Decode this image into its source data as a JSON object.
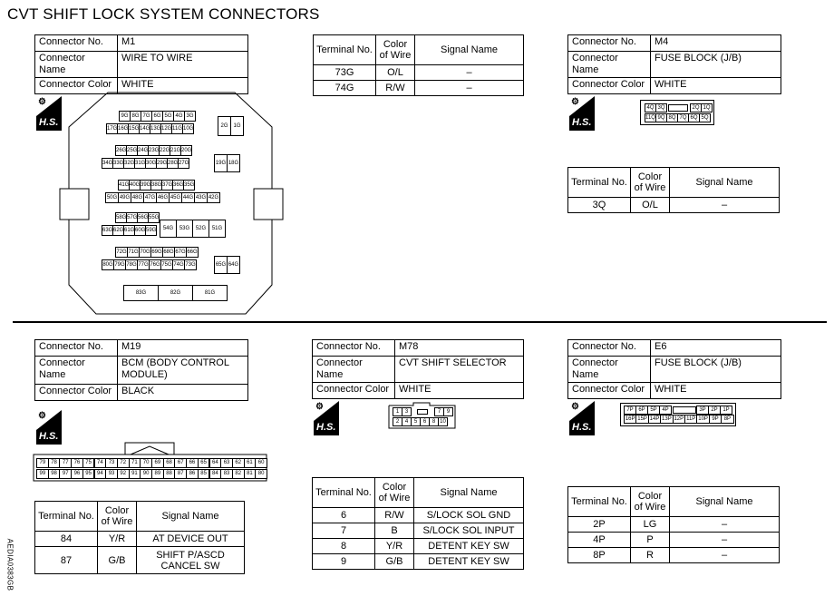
{
  "title": "CVT SHIFT LOCK SYSTEM CONNECTORS",
  "hs_label": "H.S.",
  "side_code": "AEDIA0383GB",
  "info_labels": {
    "no": "Connector No.",
    "name": "Connector Name",
    "color": "Connector Color"
  },
  "sig_headers": {
    "terminal": "Terminal No.",
    "color": "Color of Wire",
    "signal": "Signal Name"
  },
  "m1": {
    "no": "M1",
    "name": "WIRE TO WIRE",
    "color": "WHITE"
  },
  "m1_pins": {
    "r1": [
      "9G",
      "8G",
      "7G",
      "6G",
      "5G",
      "4G",
      "3G"
    ],
    "r1_big": [
      "2G",
      "1G"
    ],
    "r2": [
      "17G",
      "16G",
      "15G",
      "14G",
      "13G",
      "12G",
      "11G",
      "10G"
    ],
    "r3": [
      "26G",
      "25G",
      "24G",
      "23G",
      "22G",
      "21G",
      "20G"
    ],
    "r4": [
      "34G",
      "33G",
      "32G",
      "31G",
      "30G",
      "29G",
      "28G",
      "27G"
    ],
    "r4_big": [
      "19G",
      "18G"
    ],
    "r5": [
      "41G",
      "40G",
      "39G",
      "38G",
      "37G",
      "36G",
      "35G"
    ],
    "r6": [
      "50G",
      "49G",
      "48G",
      "47G",
      "46G",
      "45G",
      "44G",
      "43G",
      "42G"
    ],
    "r7": [
      "58G",
      "57G",
      "56G",
      "55G"
    ],
    "r8": [
      "63G",
      "62G",
      "61G",
      "60G",
      "59G"
    ],
    "r8_big": [
      "54G",
      "53G",
      "52G",
      "51G"
    ],
    "r9": [
      "72G",
      "71G",
      "70G",
      "69G",
      "68G",
      "67G",
      "66G"
    ],
    "r10": [
      "80G",
      "79G",
      "78G",
      "77G",
      "76G",
      "75G",
      "74G",
      "73G"
    ],
    "r10_big": [
      "65G",
      "64G"
    ],
    "r11": [
      "83G",
      "82G",
      "81G"
    ]
  },
  "m1_signals": [
    {
      "terminal": "73G",
      "color": "O/L",
      "signal": "–"
    },
    {
      "terminal": "74G",
      "color": "R/W",
      "signal": "–"
    }
  ],
  "m4": {
    "no": "M4",
    "name": "FUSE BLOCK (J/B)",
    "color": "WHITE"
  },
  "m4_pins": {
    "top_left": [
      "4Q",
      "3Q"
    ],
    "top_right": [
      "2Q",
      "1Q"
    ],
    "bottom": [
      "11Q",
      "9Q",
      "8Q",
      "7Q",
      "6Q",
      "5Q"
    ]
  },
  "m4_signals": [
    {
      "terminal": "3Q",
      "color": "O/L",
      "signal": "–"
    }
  ],
  "m19": {
    "no": "M19",
    "name": "BCM (BODY CONTROL MODULE)",
    "color": "BLACK"
  },
  "m19_pins": {
    "top": [
      "79",
      "78",
      "77",
      "76",
      "75",
      "74",
      "73",
      "72",
      "71",
      "70",
      "69",
      "68",
      "67",
      "66",
      "65",
      "64",
      "63",
      "62",
      "61",
      "60"
    ],
    "bottom": [
      "99",
      "98",
      "97",
      "96",
      "95",
      "94",
      "93",
      "92",
      "91",
      "90",
      "89",
      "88",
      "87",
      "86",
      "85",
      "84",
      "83",
      "82",
      "81",
      "80"
    ]
  },
  "m19_signals": [
    {
      "terminal": "84",
      "color": "Y/R",
      "signal": "AT DEVICE OUT"
    },
    {
      "terminal": "87",
      "color": "G/B",
      "signal": "SHIFT P/ASCD CANCEL SW"
    }
  ],
  "m78": {
    "no": "M78",
    "name": "CVT SHIFT SELECTOR",
    "color": "WHITE"
  },
  "m78_pins": {
    "top_left": [
      "1",
      "3"
    ],
    "top_right": [
      "7",
      "9"
    ],
    "bottom": [
      "2",
      "4",
      "5",
      "6",
      "8",
      "10"
    ]
  },
  "m78_signals": [
    {
      "terminal": "6",
      "color": "R/W",
      "signal": "S/LOCK SOL GND"
    },
    {
      "terminal": "7",
      "color": "B",
      "signal": "S/LOCK SOL INPUT"
    },
    {
      "terminal": "8",
      "color": "Y/R",
      "signal": "DETENT KEY SW"
    },
    {
      "terminal": "9",
      "color": "G/B",
      "signal": "DETENT KEY SW"
    }
  ],
  "e6": {
    "no": "E6",
    "name": "FUSE BLOCK (J/B)",
    "color": "WHITE"
  },
  "e6_pins": {
    "top_left": [
      "7P",
      "6P",
      "5P",
      "4P"
    ],
    "top_right": [
      "3P",
      "2P",
      "1P"
    ],
    "bottom": [
      "16P",
      "15P",
      "14P",
      "13P",
      "12P",
      "11P",
      "10P",
      "9P",
      "8P"
    ]
  },
  "e6_signals": [
    {
      "terminal": "2P",
      "color": "LG",
      "signal": "–"
    },
    {
      "terminal": "4P",
      "color": "P",
      "signal": "–"
    },
    {
      "terminal": "8P",
      "color": "R",
      "signal": "–"
    }
  ]
}
